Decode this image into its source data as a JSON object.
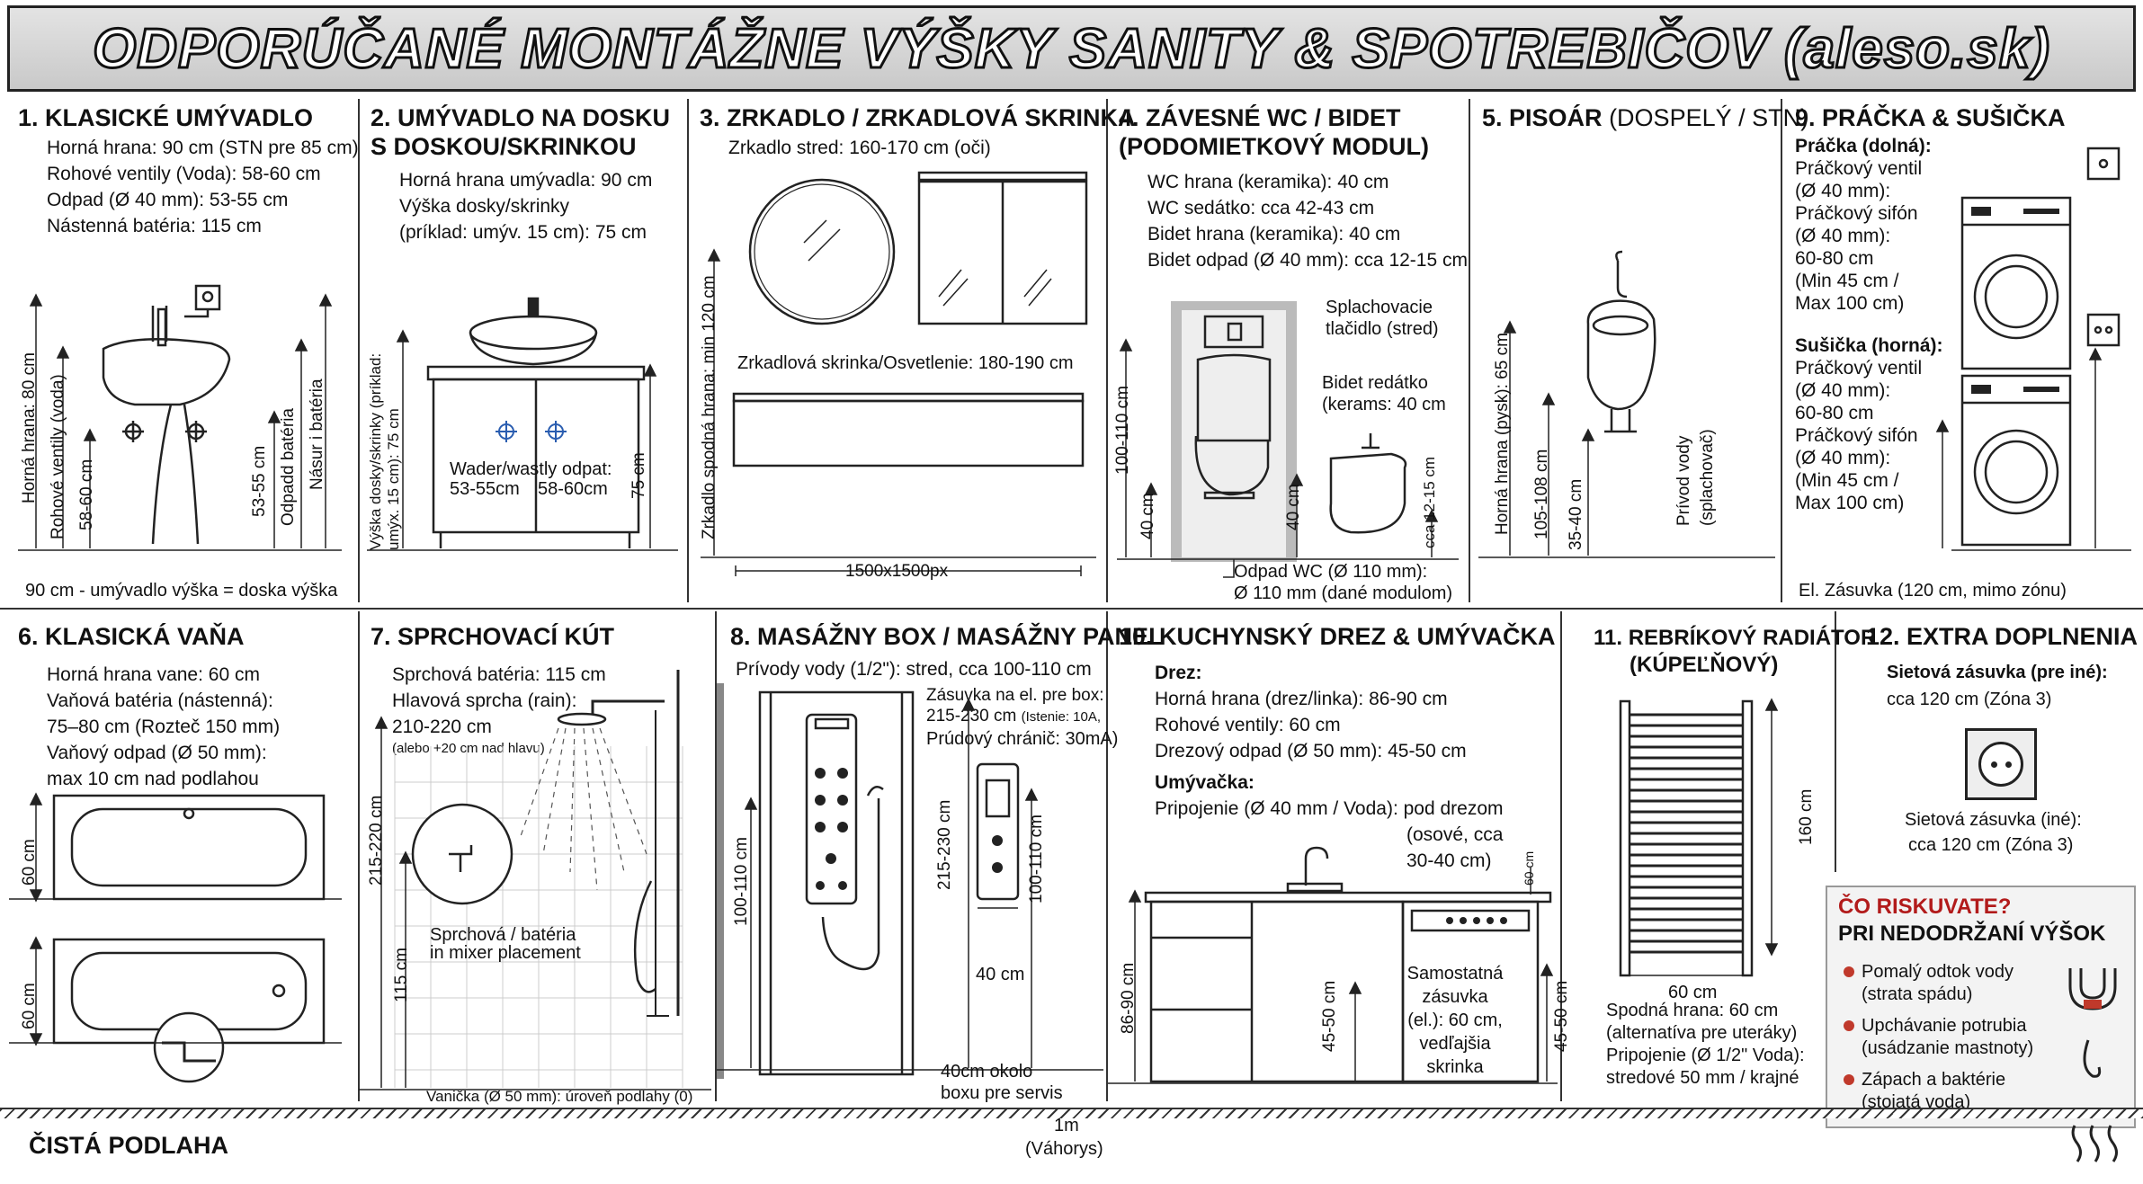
{
  "title": "ODPORÚČANÉ MONTÁŽNE VÝŠKY SANITY & SPOTREBIČOV (aleso.sk)",
  "p1": {
    "title": "1. KLASICKÉ UMÝVADLO",
    "lines": [
      "Horná hrana: 90 cm (STN pre 85 cm)",
      "Rohové ventily (Voda): 58-60 cm",
      "Odpad (Ø 40 mm): 53-55 cm",
      "Nástenná batéria: 115 cm"
    ],
    "dims": {
      "horna": "Horná hrana: 80 cm",
      "rohove": "Rohové ventily (voda)",
      "v5860": "58-60 cm",
      "v5355": "53-55 cm",
      "odpad": "Odpadd batéria",
      "nasur": "Násur i batéria"
    },
    "footer": "90 cm - umývadlo výška = doska výška"
  },
  "p2": {
    "title": "2. UMÝVADLO NA DOSKU S DOSKOU/SKRINKOU",
    "lines": [
      "Horná hrana umývadla: 90 cm",
      "Výška dosky/skrinky",
      "(príklad: umýv. 15 cm): 75 cm"
    ],
    "dims": {
      "vyska": "Výška dosky/skrinky (príklad: umýx. 15 cm): 75 cm",
      "v75": "75 cm"
    },
    "wader1": "Wader/wastly odpat:",
    "wader2": "53-55cm",
    "wader3": "58-60cm"
  },
  "p3": {
    "title": "3. ZRKADLO / ZRKADLOVÁ SKRINKA",
    "lines": [
      "Zrkadlo stred: 160-170 cm (oči)"
    ],
    "skrinka": "Zrkadlová skrinka/Osvetlenie: 180-190 cm",
    "vert": "Zrkadlo spodná hrana: min 120 cm",
    "width": "1500x1500px"
  },
  "p4": {
    "title": "4. ZÁVESNÉ WC / BIDET (PODOMIETKOVÝ MODUL)",
    "lines": [
      "WC hrana (keramika): 40 cm",
      "WC sedátko: cca 42-43 cm",
      "Bidet hrana (keramika): 40 cm",
      "Bidet odpad (Ø 40 mm): cca 12-15 cm"
    ],
    "splach": "Splachovacie",
    "splach2": "tlačidlo (stred)",
    "bidet": "Bidet redátko",
    "bidet2": "(kerams: 40 cm",
    "dims": {
      "v100": "100-110 cm",
      "v40a": "40 cm",
      "v40b": "40 cm",
      "v1215": "cca 12-15 cm"
    },
    "odpad1": "Odpad WC (Ø 110 mm):",
    "odpad2": "Ø 110 mm (dané modulom)"
  },
  "p5": {
    "title": "5. PISOÁR",
    "title_sub": "(DOSPELÝ / STN)",
    "dims": {
      "horna": "Horná hrana (pysk): 65 cm",
      "v105": "105-108 cm",
      "v3540": "35-40 cm",
      "privod": "Prívod vody",
      "privod2": "(splachovač)"
    }
  },
  "p9": {
    "title": "9. PRÁČKA & SUŠIČKA",
    "pracka": "Práčka (dolná):",
    "pl": [
      "Práčkový ventil",
      "(Ø 40 mm):",
      "Práčkový sifón",
      "(Ø 40 mm):",
      "60-80 cm",
      "(Min 45 cm /",
      "Max 100 cm)"
    ],
    "susicka": "Sušička (horná):",
    "sl": [
      "Práčkový ventil",
      "(Ø 40 mm):",
      "60-80 cm",
      "Práčkový sifón",
      "(Ø 40 mm):",
      "(Min 45 cm /",
      "Max 100 cm)"
    ],
    "footer": "El. Zásuvka (120 cm, mimo zónu)"
  },
  "p6": {
    "title": "6. KLASICKÁ VAŇA",
    "lines": [
      "Horná hrana vane: 60 cm",
      "Vaňová batéria (nástenná):",
      "75–80 cm (Rozteč 150 mm)",
      "Vaňový odpad (Ø 50 mm):",
      "max 10 cm nad podlahou"
    ],
    "d1": "60 cm",
    "d2": "60 cm"
  },
  "p7": {
    "title": "7. SPRCHOVACÍ KÚT",
    "lines": [
      "Sprchová batéria: 115 cm",
      "Hlavová sprcha (rain):",
      "210-220 cm"
    ],
    "small": "(alebo +20 cm nad hlavu)",
    "d1": "215-220 cm",
    "d2": "115 cm",
    "mixer1": "Sprchová / batéria",
    "mixer2": "in mixer placement",
    "footer": "Vanička (Ø 50 mm): úroveň podlahy (0)"
  },
  "p8": {
    "title": "8. MASÁŽNY BOX / MASÁŽNY PANEL",
    "lines": [
      "Prívody vody (1/2\"): stred, cca 100-110 cm"
    ],
    "zas1": "Zásuvka na el. pre box:",
    "zas2": "215-230 cm",
    "zas2s": "(Istenie: 10A,",
    "zas3": "Prúdový chránič: 30mA)",
    "d1": "100-110 cm",
    "d2": "215-230 cm",
    "d3": "100-110 cm",
    "d4": "40 cm",
    "foot1": "40cm okolo",
    "foot2": "boxu pre servis"
  },
  "p10": {
    "title": "10. KUCHYNSKÝ DREZ & UMÝVAČKA",
    "drez": "Drez:",
    "dl": [
      "Horná hrana (drez/linka): 86-90 cm",
      "Rohové ventily: 60 cm",
      "Drezový odpad (Ø 50 mm): 45-50 cm"
    ],
    "umyv": "Umývačka:",
    "ul": [
      "Pripojenie (Ø 40 mm / Voda): pod drezom",
      "(osové, cca",
      "30-40 cm)"
    ],
    "samo": [
      "Samostatná",
      "zásuvka",
      "(el.): 60 cm,",
      "vedľajšia",
      "skrinka"
    ],
    "d1": "86-90 cm",
    "d2": "45-50 cm",
    "d3": "45-50 cm",
    "d4": "60 cm"
  },
  "p11": {
    "title": "11. REBRÍKOVÝ RADIÁTOR",
    "title2": "(KÚPEĽŇOVÝ)",
    "d1": "160 cm",
    "d2": "60 cm",
    "lines": [
      "Spodná hrana: 60 cm",
      "(alternatíva pre uteráky)",
      "Pripojenie (Ø 1/2\" Voda):",
      "stredové 50 mm / krajné"
    ]
  },
  "p12": {
    "title": "12. EXTRA DOPLNENIA",
    "s1": "Sietová zásuvka (pre iné):",
    "s1b": "cca 120 cm (Zóna 3)",
    "s2": "Sietová zásuvka (iné):",
    "s2b": "cca 120 cm (Zóna 3)"
  },
  "risk": {
    "title": "ČO RISKUVATE?",
    "subtitle": "PRI NEDODRŽANÍ VÝŠOK",
    "items": [
      "Pomalý odtok vody",
      "(strata spádu)",
      "Upchávanie potrubia",
      "(usádzanie mastnoty)",
      "Zápach a baktérie",
      "(stojatá voda)"
    ]
  },
  "floor": "ČISTÁ PODLAHA",
  "scale": "1m",
  "scale2": "(Váhorys)",
  "colors": {
    "accent_red": "#b21b1b",
    "outline": "#222222",
    "blue": "#2a5db0"
  }
}
